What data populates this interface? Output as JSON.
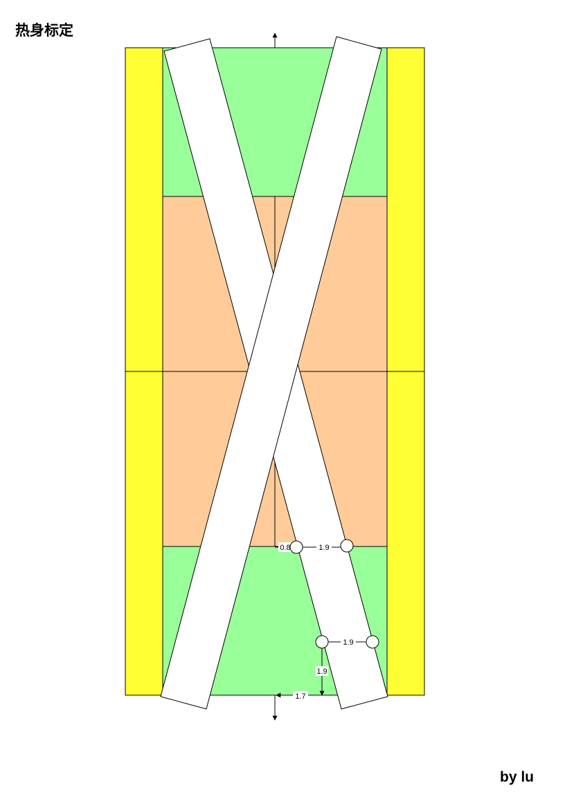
{
  "title": "热身标定",
  "author": "by lu",
  "colors": {
    "side_strip": "#ffff33",
    "end_zone": "#99ff99",
    "mid_zone": "#ffcc99",
    "band": "#ffffff",
    "outline": "#000000"
  },
  "dimensions": {
    "offset_center": "0.8",
    "gap_top_row": "1.9",
    "gap_bottom_row": "1.9",
    "vertical_gap": "1.9",
    "bottom_offset": "1.7"
  }
}
